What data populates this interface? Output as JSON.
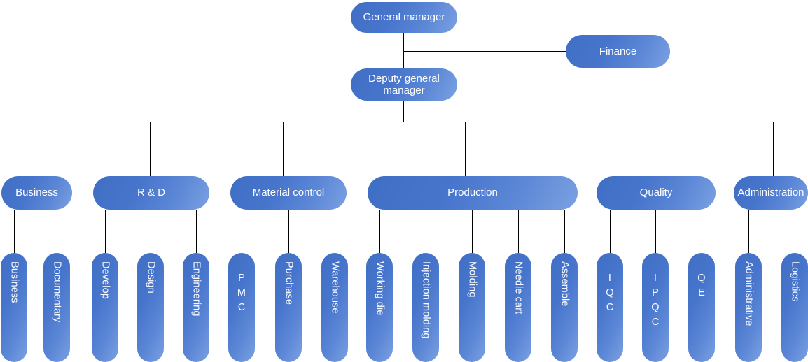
{
  "chart_data": {
    "type": "diagram",
    "title": "Company Organization Chart",
    "diagram_kind": "organizational-hierarchy",
    "colors": {
      "node_gradient_dark": "#3f6fc4",
      "node_gradient_light": "#7ba1e2",
      "node_text": "#ffffff",
      "connector_line": "#000000",
      "background": "#ffffff"
    }
  },
  "nodes": {
    "general_manager": {
      "label": "General manager"
    },
    "finance": {
      "label": "Finance"
    },
    "deputy_general_manager": {
      "label": "Deputy general manager"
    },
    "departments": [
      {
        "label": "Business"
      },
      {
        "label": "R & D"
      },
      {
        "label": "Material control"
      },
      {
        "label": "Production"
      },
      {
        "label": "Quality"
      },
      {
        "label": "Administration"
      }
    ],
    "leaves": [
      {
        "label": "Business",
        "parent": "Business",
        "orientation": "rotated"
      },
      {
        "label": "Documentary",
        "parent": "Business",
        "orientation": "rotated"
      },
      {
        "label": "Develop",
        "parent": "R & D",
        "orientation": "rotated"
      },
      {
        "label": "Design",
        "parent": "R & D",
        "orientation": "rotated"
      },
      {
        "label": "Engineering",
        "parent": "R & D",
        "orientation": "rotated"
      },
      {
        "label": "P\nM\nC",
        "parent": "Material control",
        "orientation": "stacked"
      },
      {
        "label": "Purchase",
        "parent": "Material control",
        "orientation": "rotated"
      },
      {
        "label": "Warehouse",
        "parent": "Material control",
        "orientation": "rotated"
      },
      {
        "label": "Working die",
        "parent": "Production",
        "orientation": "rotated"
      },
      {
        "label": "Injection molding",
        "parent": "Production",
        "orientation": "rotated"
      },
      {
        "label": "Molding",
        "parent": "Production",
        "orientation": "rotated"
      },
      {
        "label": "Needle cart",
        "parent": "Production",
        "orientation": "rotated"
      },
      {
        "label": "Assemble",
        "parent": "Production",
        "orientation": "rotated"
      },
      {
        "label": "I\nQ\nC",
        "parent": "Quality",
        "orientation": "stacked"
      },
      {
        "label": "I\nP\nQ\nC",
        "parent": "Quality",
        "orientation": "stacked"
      },
      {
        "label": "Q\nE",
        "parent": "Quality",
        "orientation": "stacked"
      },
      {
        "label": "Administrative",
        "parent": "Administration",
        "orientation": "rotated"
      },
      {
        "label": "Logistics",
        "parent": "Administration",
        "orientation": "rotated"
      }
    ]
  }
}
